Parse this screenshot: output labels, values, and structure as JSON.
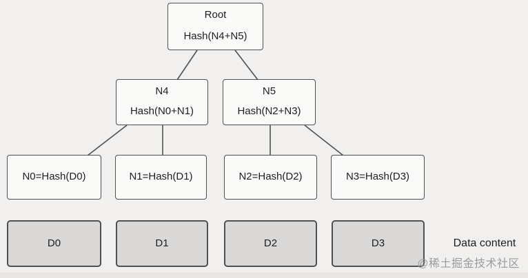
{
  "diagram": {
    "type": "merkle-tree",
    "root": {
      "label": "Root",
      "hash": "Hash(N4+N5)"
    },
    "internal_nodes": [
      {
        "label": "N4",
        "hash": "Hash(N0+N1)"
      },
      {
        "label": "N5",
        "hash": "Hash(N2+N3)"
      }
    ],
    "leaf_nodes": [
      {
        "label": "N0=Hash(D0)"
      },
      {
        "label": "N1=Hash(D1)"
      },
      {
        "label": "N2=Hash(D2)"
      },
      {
        "label": "N3=Hash(D3)"
      }
    ],
    "data_blocks": [
      {
        "label": "D0"
      },
      {
        "label": "D1"
      },
      {
        "label": "D2"
      },
      {
        "label": "D3"
      }
    ],
    "annotation": "Data content",
    "watermark": "@稀土掘金技术社区"
  },
  "colors": {
    "background": "#f1f0ee",
    "node_fill": "#fafaf9",
    "node_border": "#4f4f4f",
    "data_fill": "#d9d8d7",
    "line": "#4f4f4f",
    "text": "#1e1e1e",
    "watermark": "#9b9b9b"
  }
}
